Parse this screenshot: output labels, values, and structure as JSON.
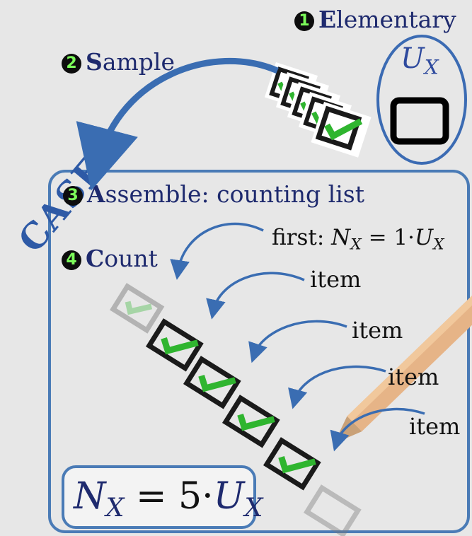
{
  "steps": [
    {
      "num": "1",
      "bold": "E",
      "rest": "lementary"
    },
    {
      "num": "2",
      "bold": "S",
      "rest": "ample"
    },
    {
      "num": "3",
      "bold": "A",
      "rest": "ssemble: counting list"
    },
    {
      "num": "4",
      "bold": "C",
      "rest": "ount"
    }
  ],
  "case_label": "CASE",
  "unit_symbol": {
    "base": "U",
    "sub": "X"
  },
  "count_labels": {
    "first_prefix": "first: ",
    "first_N": "N",
    "first_sub": "X",
    "first_mid": " = 1·",
    "first_U": "U",
    "first_Usub": "X",
    "items": [
      "item",
      "item",
      "item",
      "item"
    ]
  },
  "result": {
    "N": "N",
    "N_sub": "X",
    "eq": " = 5·",
    "U": "U",
    "U_sub": "X"
  },
  "colors": {
    "background": "#e7e7e7",
    "frame_blue": "#4a7bb6",
    "text_navy": "#1e2a6e",
    "check_green": "#2fb52f"
  },
  "icons": [
    "checkbox-stack-icon",
    "empty-box-icon",
    "checkmark-icon",
    "pencil-icon"
  ]
}
